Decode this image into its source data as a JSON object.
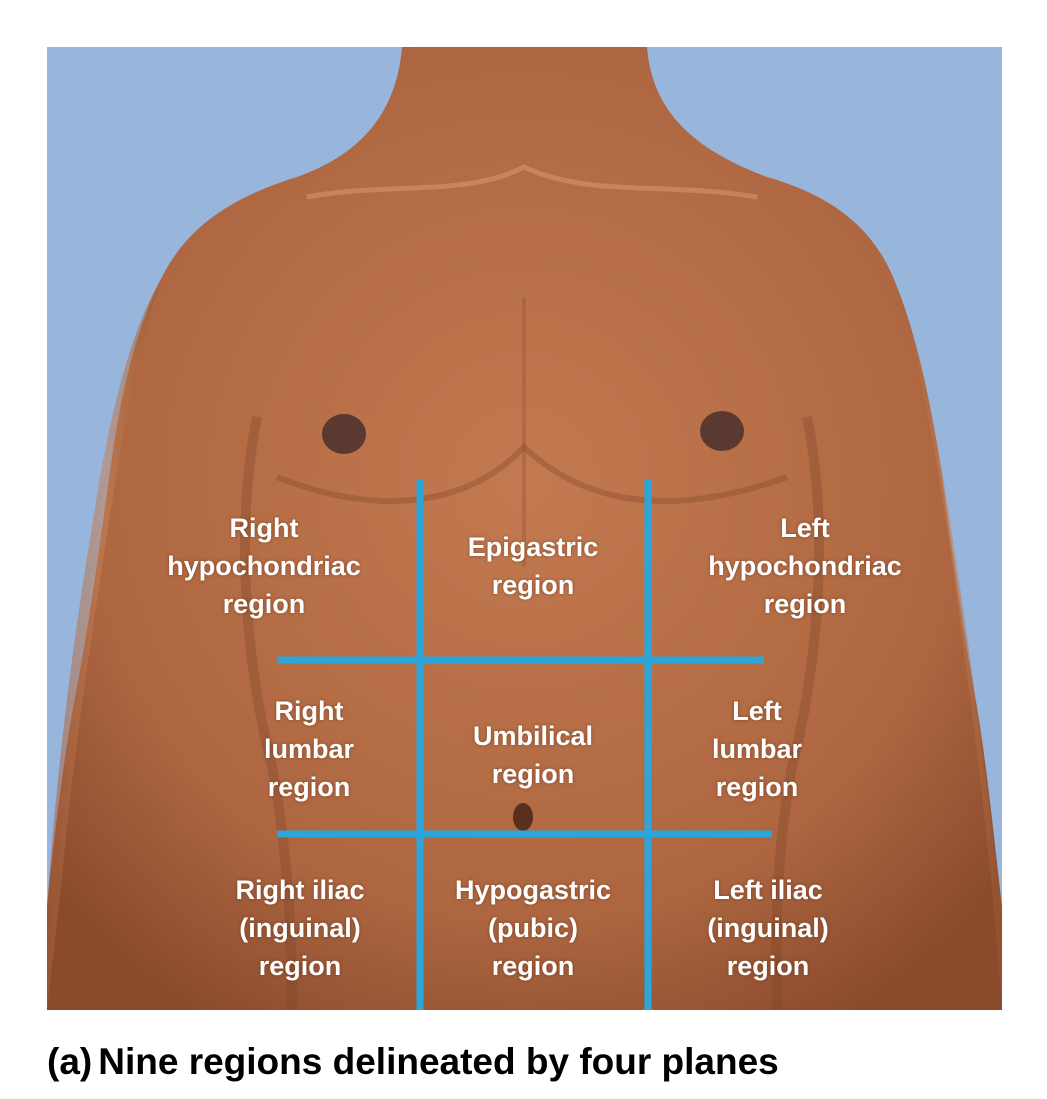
{
  "colors": {
    "background": "#98b5dc",
    "skin": "#b86f48",
    "skin_shadow": "#8c4e30",
    "skin_highlight": "#d28e63",
    "plane_lines": "#2aa6dc",
    "label_text": "#ffffff"
  },
  "regions": [
    {
      "id": "right-hypochondriac",
      "lines": [
        "Right",
        "hypochondriac",
        "region"
      ]
    },
    {
      "id": "epigastric",
      "lines": [
        "Epigastric",
        "region"
      ]
    },
    {
      "id": "left-hypochondriac",
      "lines": [
        "Left",
        "hypochondriac",
        "region"
      ]
    },
    {
      "id": "right-lumbar",
      "lines": [
        "Right",
        "lumbar",
        "region"
      ]
    },
    {
      "id": "umbilical",
      "lines": [
        "Umbilical",
        "region"
      ]
    },
    {
      "id": "left-lumbar",
      "lines": [
        "Left",
        "lumbar",
        "region"
      ]
    },
    {
      "id": "right-iliac",
      "lines": [
        "Right iliac",
        "(inguinal)",
        "region"
      ]
    },
    {
      "id": "hypogastric",
      "lines": [
        "Hypogastric",
        "(pubic)",
        "region"
      ]
    },
    {
      "id": "left-iliac",
      "lines": [
        "Left iliac",
        "(inguinal)",
        "region"
      ]
    }
  ],
  "caption": {
    "letter": "(a)",
    "text": "Nine regions delineated by four planes"
  }
}
